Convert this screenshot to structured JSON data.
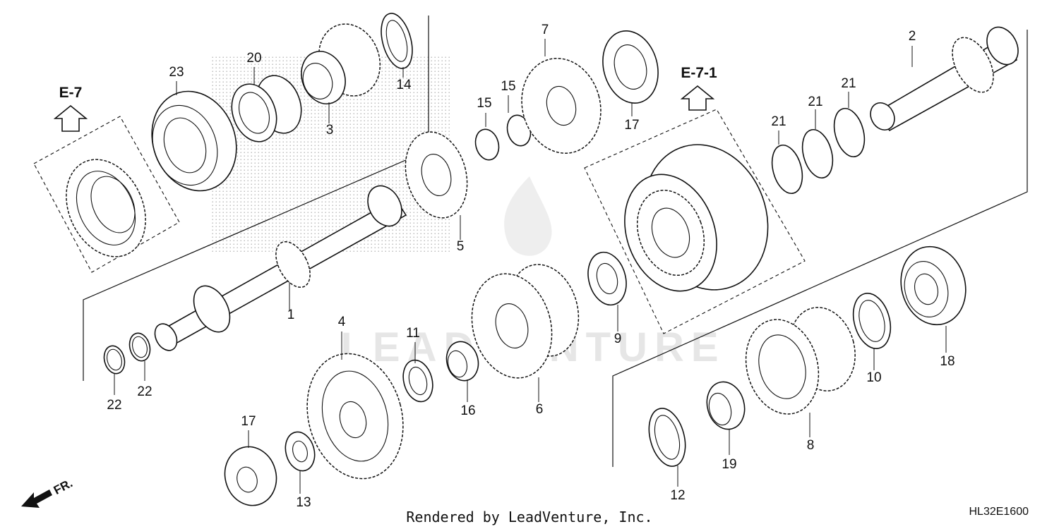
{
  "diagram": {
    "callouts": [
      {
        "id": "c1",
        "label": "1"
      },
      {
        "id": "c2",
        "label": "2"
      },
      {
        "id": "c3",
        "label": "3"
      },
      {
        "id": "c4",
        "label": "4"
      },
      {
        "id": "c5",
        "label": "5"
      },
      {
        "id": "c6",
        "label": "6"
      },
      {
        "id": "c7",
        "label": "7"
      },
      {
        "id": "c8",
        "label": "8"
      },
      {
        "id": "c9",
        "label": "9"
      },
      {
        "id": "c10",
        "label": "10"
      },
      {
        "id": "c11",
        "label": "11"
      },
      {
        "id": "c12",
        "label": "12"
      },
      {
        "id": "c13",
        "label": "13"
      },
      {
        "id": "c14",
        "label": "14"
      },
      {
        "id": "c15a",
        "label": "15"
      },
      {
        "id": "c15b",
        "label": "15"
      },
      {
        "id": "c16",
        "label": "16"
      },
      {
        "id": "c17a",
        "label": "17"
      },
      {
        "id": "c17b",
        "label": "17"
      },
      {
        "id": "c18",
        "label": "18"
      },
      {
        "id": "c19",
        "label": "19"
      },
      {
        "id": "c20",
        "label": "20"
      },
      {
        "id": "c21a",
        "label": "21"
      },
      {
        "id": "c21b",
        "label": "21"
      },
      {
        "id": "c21c",
        "label": "21"
      },
      {
        "id": "c22a",
        "label": "22"
      },
      {
        "id": "c22b",
        "label": "22"
      },
      {
        "id": "c23",
        "label": "23"
      }
    ],
    "references": {
      "e7": "E-7",
      "e71": "E-7-1"
    },
    "front_label": "FR.",
    "footer": "Rendered by LeadVenture, Inc.",
    "diagram_code": "HL32E1600",
    "watermark": "LEADVENTURE"
  }
}
